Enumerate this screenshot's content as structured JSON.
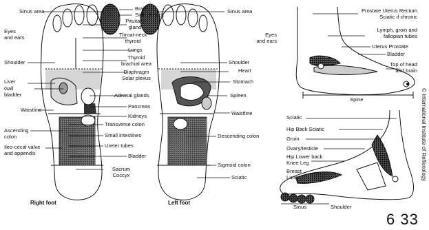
{
  "left_diagram": {
    "top": {
      "sinus_area_left": "Sinus area",
      "brain": "Brain",
      "side_of_neck": "Side of neck",
      "sinus_area_right": "Sinus area"
    },
    "center_labels": [
      "Pituitary\ngland",
      "Throat-neck\nthyroid",
      "Lungs",
      "Thyroid\nbrachial area",
      "Diaphragm\nSolar plexus",
      "Adrenal glands",
      "Pancreas",
      "Kidneys",
      "Transverse colon",
      "Small intestines",
      "Ureter tubes",
      "Bladder",
      "Sacrum\nCoccyx"
    ],
    "left_labels": [
      "Eyes\nand ears",
      "Shoulder",
      "Liver",
      "Gall\nbladder",
      "Waistline",
      "Ascending\ncolon",
      "Ileo-cecal valve\nand appendix"
    ],
    "right_labels": [
      "Eyes\nand ears",
      "Shoulder",
      "Heart",
      "Stomach",
      "Spleen",
      "Waistline",
      "Descending colon",
      "Sigmoid colon",
      "Sciatic"
    ],
    "captions": {
      "right_foot": "Right foot",
      "left_foot": "Left foot"
    }
  },
  "side_top": {
    "labels": [
      "Prostate Uterus Rectum\nSciatic if chronic",
      "Lymph, groin and\nfallopian tubes",
      "Uterus Prostate",
      "Bladder",
      "Top of head\nand brain"
    ],
    "spine": "Spine"
  },
  "side_bottom": {
    "labels": [
      "Sciatic",
      "Hip Back Sciatic",
      "Groin",
      "Ovary/testicle",
      "Hip Lower back\nKnee Leg",
      "Breast\nLung",
      "Sinus",
      "Shoulder"
    ]
  },
  "copyright": "© International Institute of Reflexology",
  "page_number": "6 33"
}
